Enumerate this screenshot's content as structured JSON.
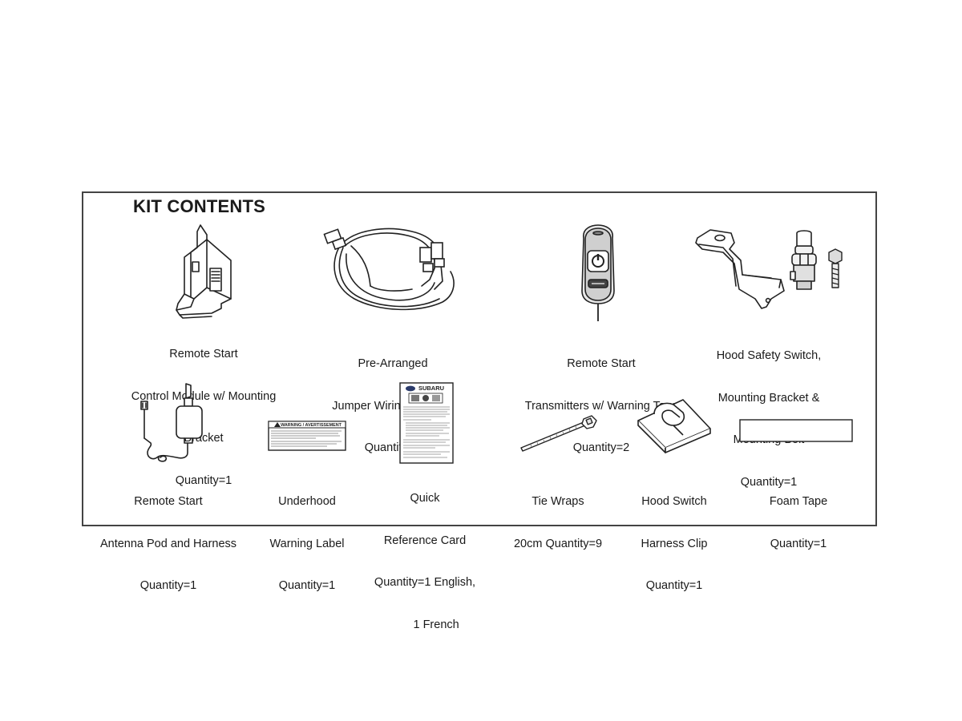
{
  "kit": {
    "title": "KIT CONTENTS"
  },
  "items": [
    {
      "id": "control-module",
      "icon": "control-module-bracket-icon",
      "lines": [
        "Remote Start",
        "Control Module w/ Mounting",
        "Bracket",
        "Quantity=1"
      ]
    },
    {
      "id": "jumper-harness",
      "icon": "wiring-harness-icon",
      "lines": [
        "Pre-Arranged",
        "Jumper Wiring Harness",
        "Quantity=1"
      ]
    },
    {
      "id": "transmitters",
      "icon": "key-fob-transmitter-icon",
      "lines": [
        "Remote Start",
        "Transmitters w/ Warning Tags",
        "Quantity=2"
      ]
    },
    {
      "id": "hood-switch",
      "icon": "hood-switch-bracket-bolt-icon",
      "lines": [
        "Hood Safety Switch,",
        "Mounting Bracket &",
        "Mounting Bolt",
        "Quantity=1"
      ]
    },
    {
      "id": "antenna-pod",
      "icon": "antenna-pod-harness-icon",
      "lines": [
        "Remote Start",
        "Antenna Pod and Harness",
        "Quantity=1"
      ]
    },
    {
      "id": "warning-label",
      "icon": "warning-label-icon",
      "lines": [
        "Underhood",
        "Warning Label",
        "Quantity=1"
      ]
    },
    {
      "id": "reference-card",
      "icon": "reference-card-icon",
      "lines": [
        "Quick",
        "Reference Card",
        "Quantity=1 English,",
        "       1 French"
      ]
    },
    {
      "id": "tie-wraps",
      "icon": "tie-wrap-icon",
      "lines": [
        "Tie Wraps",
        "20cm Quantity=9"
      ]
    },
    {
      "id": "harness-clip",
      "icon": "harness-clip-icon",
      "lines": [
        "Hood Switch",
        "Harness Clip",
        "Quantity=1"
      ]
    },
    {
      "id": "foam-tape",
      "icon": "foam-tape-icon",
      "lines": [
        "Foam Tape",
        "Quantity=1"
      ]
    }
  ],
  "label_art": {
    "header": "WARNING / AVERTISSEMENT"
  },
  "card_art": {
    "brand": "SUBARU"
  }
}
